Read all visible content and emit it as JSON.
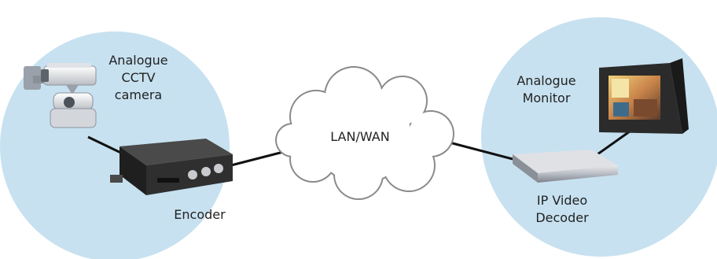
{
  "diagram": {
    "nodes": {
      "camera": {
        "label_lines": [
          "Analogue",
          "CCTV",
          "camera"
        ]
      },
      "encoder": {
        "label": "Encoder"
      },
      "network": {
        "label": "LAN/WAN"
      },
      "monitor": {
        "label_lines": [
          "Analogue",
          "Monitor"
        ]
      },
      "decoder": {
        "label_lines": [
          "IP Video",
          "Decoder"
        ]
      }
    },
    "colors": {
      "zone_fill": "#c7e1f0",
      "cloud_fill": "#ffffff",
      "cloud_stroke": "#8a8a8a",
      "link_stroke": "#111111",
      "device_dark": "#2b2b2b"
    }
  }
}
